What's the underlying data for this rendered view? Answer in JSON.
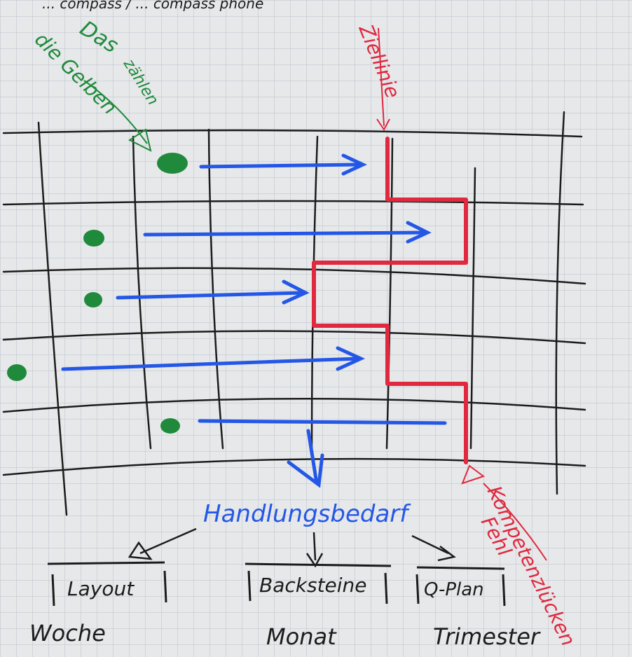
{
  "caption_top": "... compass / ... compass phone",
  "annotations": {
    "green_note": [
      "Das",
      "zählen",
      "die Gelben"
    ],
    "target_line": "Ziellinie",
    "action_needed": "Handlungsbedarf",
    "competence_gap": [
      "Kompetenzlücken",
      "Fehl"
    ]
  },
  "boxes": [
    {
      "label": "Layout",
      "period": "Woche"
    },
    {
      "label": "Backsteine",
      "period": "Monat"
    },
    {
      "label": "Q-Plan",
      "period": "Trimester"
    }
  ],
  "colors": {
    "paper": "#e6e8ea",
    "grid": "#b9c1c9",
    "ink_black": "#1c1c1c",
    "ink_blue": "#2457e6",
    "ink_red": "#e0283e",
    "ink_green": "#1f8a3b"
  }
}
